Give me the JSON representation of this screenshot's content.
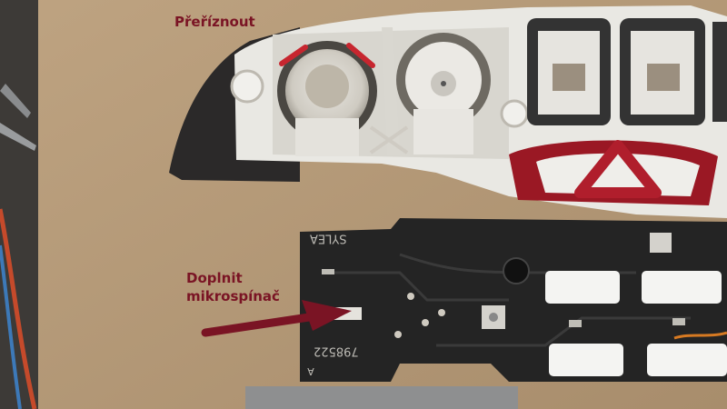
{
  "annotations": {
    "cut_label": "Přeříznout",
    "add_label_line1": "Doplnit",
    "add_label_line2": "mikrospínač"
  },
  "pcb": {
    "silkscreen_brand": "SYLEA",
    "silkscreen_number": "798522",
    "silkscreen_letter": "A"
  },
  "colors": {
    "annotation": "#7a1424",
    "cardboard": "#b59a78",
    "pcb": "#242424",
    "plastic_white": "#ecebe6",
    "warning_red": "#b01e2c"
  }
}
